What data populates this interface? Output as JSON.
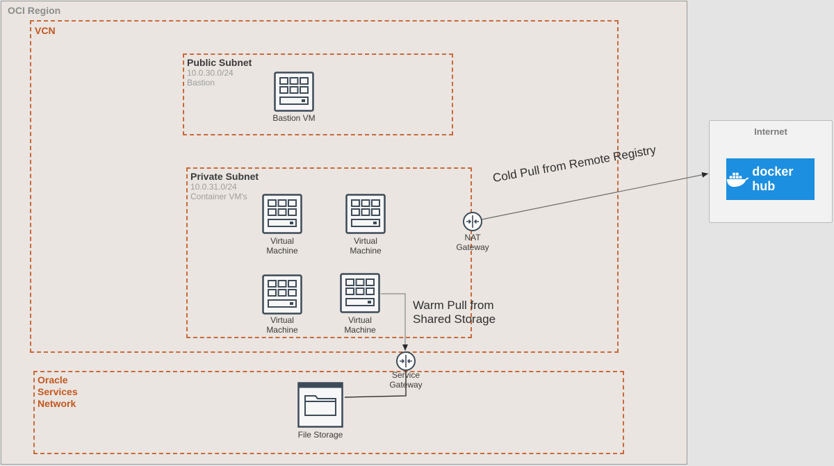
{
  "region": {
    "label": "OCI Region"
  },
  "vcn": {
    "label": "VCN"
  },
  "public_subnet": {
    "title": "Public Subnet",
    "cidr": "10.0.30.0/24",
    "desc": "Bastion",
    "vm_label": "Bastion VM"
  },
  "private_subnet": {
    "title": "Private Subnet",
    "cidr": "10.0.31.0/24",
    "desc": "Container VM's",
    "vms": [
      {
        "line1": "Virtual",
        "line2": "Machine"
      },
      {
        "line1": "Virtual",
        "line2": "Machine"
      },
      {
        "line1": "Virtual",
        "line2": "Machine"
      },
      {
        "line1": "Virtual",
        "line2": "Machine"
      }
    ]
  },
  "nat_gateway": {
    "line1": "NAT",
    "line2": "Gateway"
  },
  "service_gateway": {
    "line1": "Service",
    "line2": "Gateway"
  },
  "oracle_services": {
    "line1": "Oracle",
    "line2": "Services",
    "line3": "Network"
  },
  "file_storage": {
    "label": "File Storage"
  },
  "internet": {
    "label": "Internet",
    "logo_text": "docker hub"
  },
  "annotations": {
    "cold_pull": "Cold Pull  from Remote Registry",
    "warm_pull_line1": "Warm Pull  from",
    "warm_pull_line2": "Shared Storage"
  },
  "colors": {
    "dashed_border": "#c8693a",
    "box_label": "#c2571f",
    "docker_blue": "#1d8fe0",
    "icon_stroke": "#3d4a57"
  },
  "icons": [
    "compute-icon",
    "gateway-icon",
    "file-storage-icon",
    "docker-whale-icon"
  ]
}
